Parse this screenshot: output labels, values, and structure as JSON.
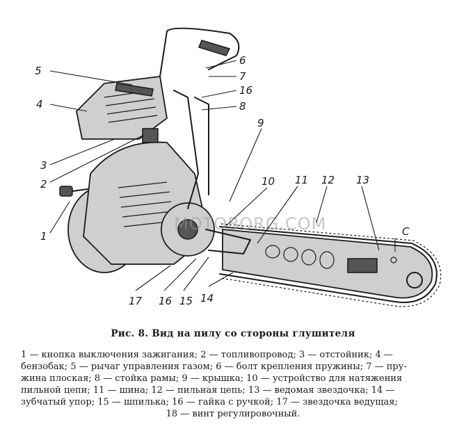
{
  "figure": {
    "callouts": [
      "1",
      "2",
      "3",
      "4",
      "5",
      "6",
      "7",
      "16",
      "8",
      "9",
      "10",
      "11",
      "12",
      "13",
      "C",
      "17",
      "16",
      "15",
      "14"
    ],
    "watermark": "MOTOBORG.COM"
  },
  "caption": "Рис. 8. Вид на пилу со стороны глушителя",
  "legend": {
    "lines": [
      "1 — кнопка выключения зажигания; 2 — топливопровод; 3 — отстойник; 4 —",
      "бензобак; 5 — рычаг управления газом; 6 — болт крепления пружины; 7 — пру-",
      "жина плоская; 8 — стойка рамы; 9 — крышка; 10 — устройство для натяжения",
      "пильной цепи; 11 — шина; 12 — пильная цепь; 13 — ведомая звездочка; 14 —",
      "зубчатый упор; 15 — шпилька; 16 — гайка с ручкой; 17 — звездочка ведущая;",
      "18 — винт регулировочный."
    ]
  }
}
